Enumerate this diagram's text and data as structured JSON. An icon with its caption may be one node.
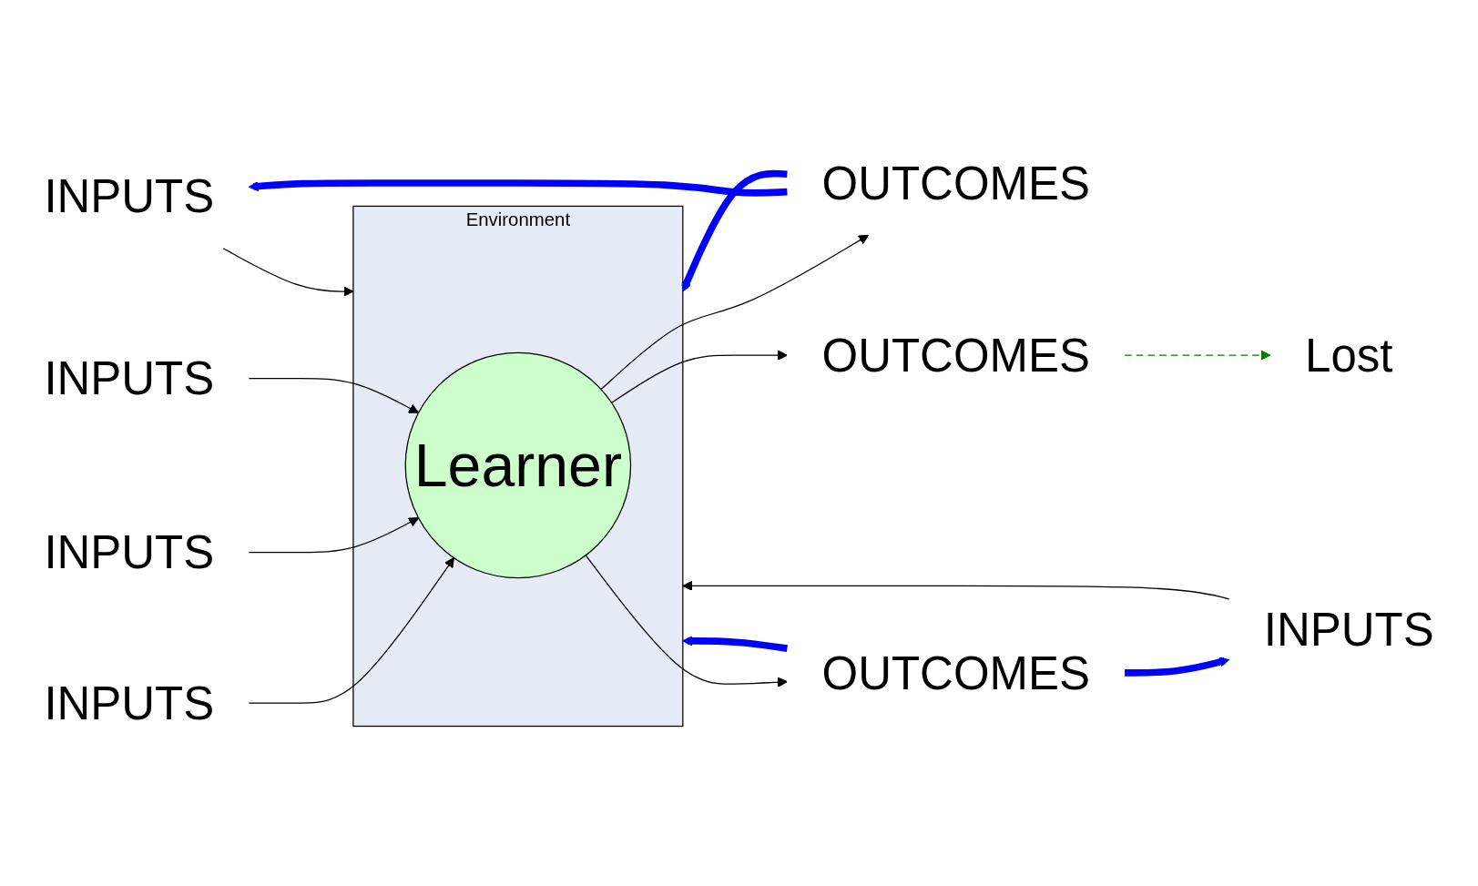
{
  "diagram": {
    "nodes": [
      {
        "text": [
          "INPUTS"
        ]
      },
      {
        "text": [
          "INPUTS"
        ]
      },
      {
        "text": [
          "INPUTS"
        ]
      },
      {
        "text": [
          "INPUTS"
        ]
      },
      {
        "text": [
          "INPUTS"
        ]
      },
      {
        "text": [
          "Environment"
        ]
      },
      {
        "text": [
          "Learner"
        ],
        "in": 5
      },
      {
        "text": [
          "OUTCOMES"
        ]
      },
      {
        "text": [
          "OUTCOMES"
        ]
      },
      {
        "text": [
          "Lost"
        ]
      },
      {
        "text": [
          "OUTCOMES"
        ]
      }
    ],
    "edges": [
      {
        "from": 0,
        "to": 5,
        "arrow": "to"
      },
      {
        "from": 1,
        "to": 6,
        "arrow": "to"
      },
      {
        "from": 2,
        "to": 6,
        "arrow": "to"
      },
      {
        "from": 3,
        "to": 6,
        "arrow": "to"
      },
      {
        "from": 4,
        "to": 5,
        "arrow": "to"
      },
      {
        "from": 6,
        "to": 7,
        "arrow": "to"
      },
      {
        "from": 6,
        "to": 8,
        "arrow": "to"
      },
      {
        "from": 6,
        "to": 10,
        "arrow": "to"
      },
      {
        "from": 8,
        "to": 9,
        "arrow": "to",
        "style": "dashed",
        "color": "#008000"
      },
      {
        "from": 7,
        "to": 5,
        "arrow": "to",
        "style": "thick",
        "color": "#0000ff"
      },
      {
        "from": 7,
        "to": 0,
        "arrow": "to",
        "style": "thick",
        "color": "#0000ff"
      },
      {
        "from": 10,
        "to": 5,
        "arrow": "to",
        "style": "thick",
        "color": "#0000ff"
      },
      {
        "from": 10,
        "to": 4,
        "arrow": "to",
        "style": "thick",
        "color": "#0000ff"
      }
    ]
  }
}
